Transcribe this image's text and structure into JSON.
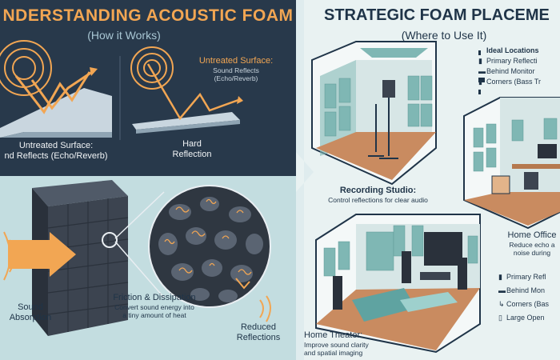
{
  "left": {
    "title": "NDERSTANDING ACOUSTIC FOAM",
    "subtitle": "(How it Works)",
    "untreated_center": {
      "title": "Untreated Surface:",
      "line1": "Sound Reflects (Echo/Reverb)"
    },
    "untreated_left": {
      "title": "Untreated Surface:",
      "line1": "nd Reflects (Echo/Reverb)"
    },
    "hard": {
      "line1": "Hard",
      "line2": "Reflection"
    },
    "sound_absorption": {
      "line1": "Sound",
      "line2": "Absorption"
    },
    "friction": {
      "title": "Friction & Dissipation",
      "line1": "Convert sound energy into",
      "line2": "a tiny amount of heat"
    },
    "reduced": {
      "line1": "Reduced",
      "line2": "Reflections"
    }
  },
  "right": {
    "title": "STRATEGIC FOAM PLACEME",
    "subtitle": "(Where to Use It)",
    "ideal": {
      "title": "Ideal Locations",
      "items": [
        {
          "icon": "speaker-icon",
          "label": "Primary Reflecti"
        },
        {
          "icon": "monitor-icon",
          "label": "Behind Monitor"
        },
        {
          "icon": "corner-icon",
          "label": "Corners (Bass Tr"
        }
      ]
    },
    "recording": {
      "title": "Recording Studio:",
      "line1": "Control reflections for clear audio"
    },
    "office": {
      "title": "Home Office",
      "line1": "Reduce echo a",
      "line2": "noise during"
    },
    "office_items": [
      {
        "icon": "speaker-icon",
        "label": "Primary Refl"
      },
      {
        "icon": "monitor-icon",
        "label": "Behind Mon"
      },
      {
        "icon": "corner-icon",
        "label": "Corners (Bas"
      },
      {
        "icon": "panel-icon",
        "label": "Large Open"
      }
    ],
    "theater": {
      "title": "Home Theater:",
      "line1": "Improve sound clarity",
      "line2": "and spatial imaging"
    }
  },
  "colors": {
    "navy": "#28394b",
    "orange": "#f2a653",
    "teal": "#7fb7b4",
    "foam": "#3c4450"
  }
}
